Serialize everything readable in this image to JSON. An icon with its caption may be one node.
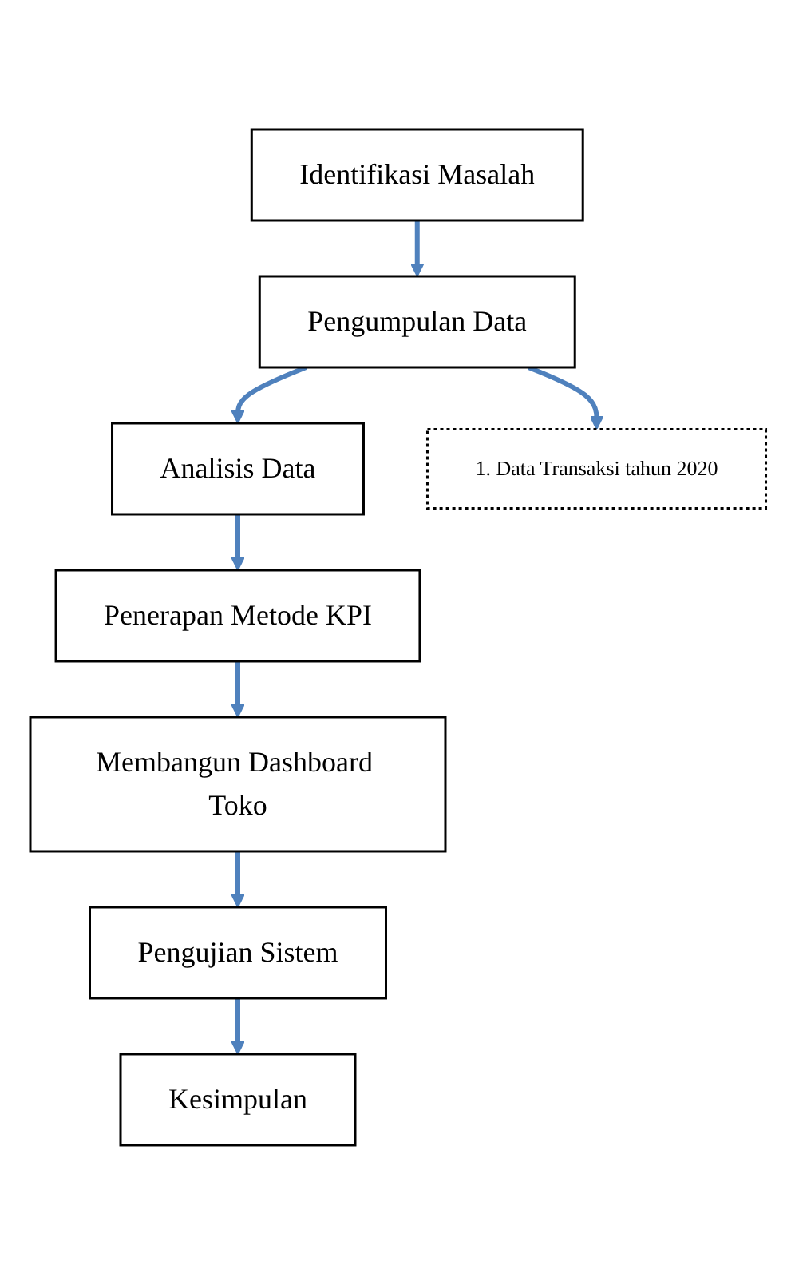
{
  "diagram": {
    "nodes": [
      {
        "text": [
          "Identifikasi Masalah"
        ]
      },
      {
        "text": [
          "Pengumpulan Data"
        ]
      },
      {
        "text": [
          "Analisis Data"
        ]
      },
      {
        "text": [
          "Penerapan Metode KPI"
        ]
      },
      {
        "text": [
          "Membangun Dashboard Toko"
        ]
      },
      {
        "text": [
          "Pengujian Sistem"
        ]
      },
      {
        "text": [
          "Kesimpulan"
        ]
      },
      {
        "text": [
          "1. Data Transaksi tahun 2020"
        ]
      }
    ],
    "edges": [
      {
        "from": 0,
        "to": 1,
        "arrow": "to"
      },
      {
        "from": 1,
        "to": 7,
        "arrow": "to"
      },
      {
        "from": 1,
        "to": 2,
        "arrow": "to"
      },
      {
        "from": 2,
        "to": 3,
        "arrow": "to"
      },
      {
        "from": 3,
        "to": 4,
        "arrow": "to"
      },
      {
        "from": 4,
        "to": 5,
        "arrow": "to"
      },
      {
        "from": 5,
        "to": 6,
        "arrow": "to"
      }
    ]
  }
}
